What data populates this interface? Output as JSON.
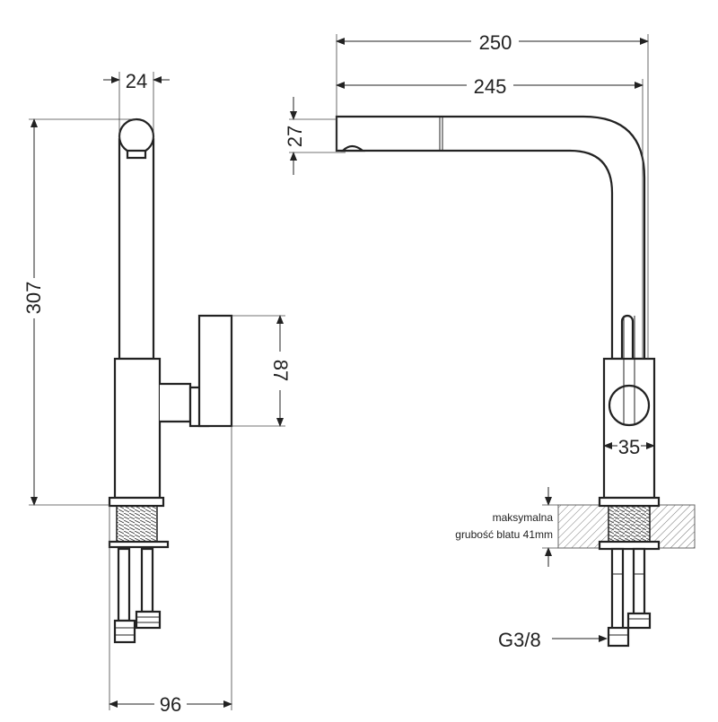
{
  "dimensions": {
    "stem_width": "24",
    "total_height": "307",
    "handle_height": "87",
    "base_width": "96",
    "reach_outer": "250",
    "reach_inner": "245",
    "spout_height": "27",
    "body_diameter": "35"
  },
  "labels": {
    "countertop_note_line1": "maksymalna",
    "countertop_note_line2": "grubość blatu 41mm",
    "connection_thread": "G3/8"
  }
}
